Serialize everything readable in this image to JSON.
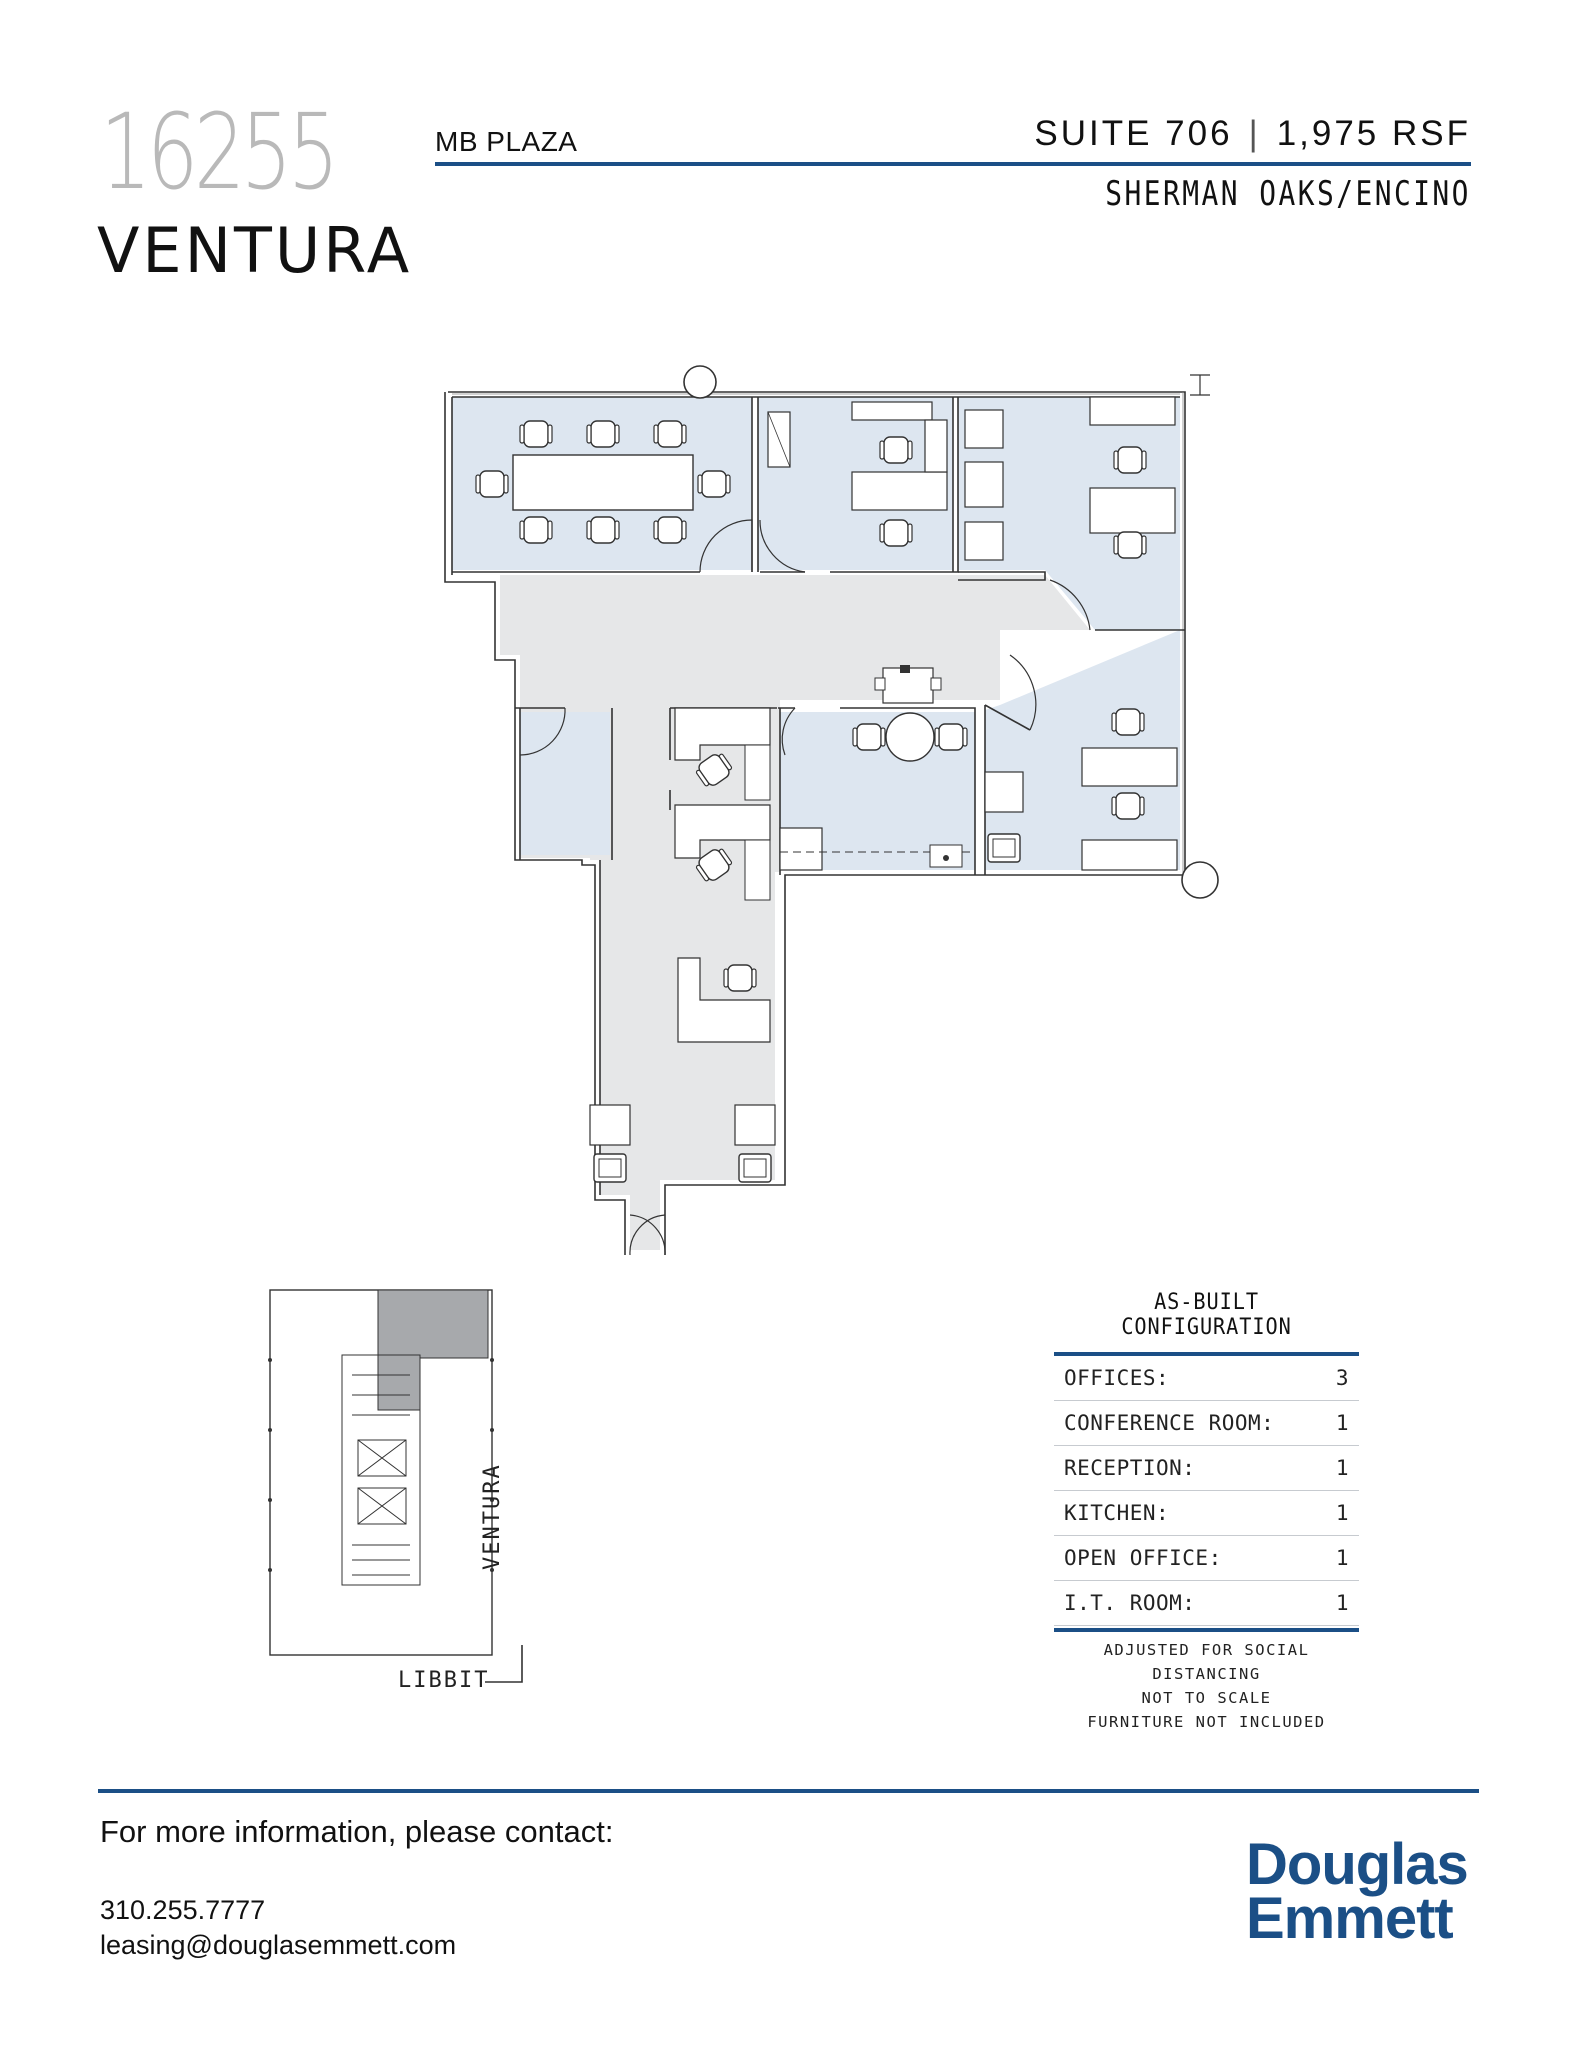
{
  "header": {
    "building_number": "16255",
    "building_name": "VENTURA",
    "plaza": "MB PLAZA",
    "suite": "SUITE 706",
    "separator": "|",
    "rsf": "1,975 RSF",
    "submarket": "SHERMAN OAKS/ENCINO"
  },
  "configuration": {
    "title": "AS-BUILT CONFIGURATION",
    "rows": [
      {
        "label": "OFFICES:",
        "value": "3"
      },
      {
        "label": "CONFERENCE ROOM:",
        "value": "1"
      },
      {
        "label": "RECEPTION:",
        "value": "1"
      },
      {
        "label": "KITCHEN:",
        "value": "1"
      },
      {
        "label": "OPEN OFFICE:",
        "value": "1"
      },
      {
        "label": "I.T. ROOM:",
        "value": "1"
      }
    ],
    "notes": [
      "ADJUSTED FOR SOCIAL DISTANCING",
      "NOT TO SCALE",
      "FURNITURE NOT INCLUDED"
    ]
  },
  "keymap": {
    "street_east": "VENTURA",
    "street_south": "LIBBIT"
  },
  "footer": {
    "contact_heading": "For more information, please contact:",
    "phone": "310.255.7777",
    "email": "leasing@douglasemmett.com",
    "logo_line1": "Douglas",
    "logo_line2": "Emmett"
  },
  "colors": {
    "brand_blue": "#1b4f86",
    "room_fill": "#dde6f0",
    "corridor_fill": "#e6e7e8",
    "suite_highlight": "#a7a9ac"
  }
}
